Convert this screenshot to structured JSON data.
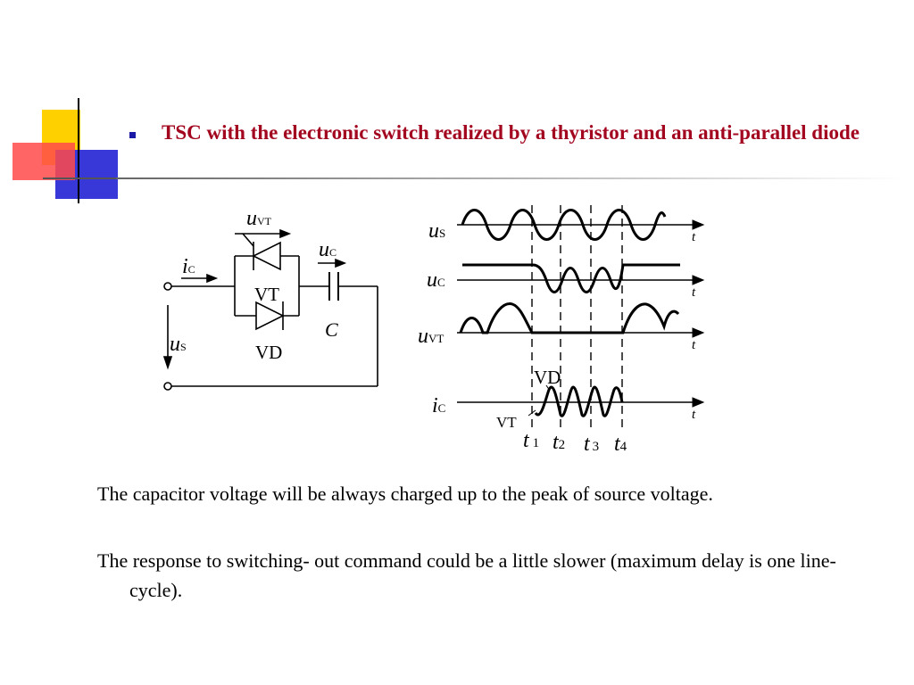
{
  "heading": "TSC with the electronic switch realized by a thyristor and an anti-parallel diode",
  "paragraphs": [
    "The capacitor voltage will be always charged up to the peak of source voltage.",
    "The response to switching- out command could be a little slower (maximum delay is one line-cycle)."
  ],
  "circuit": {
    "u_vt_symbol": "u",
    "u_vt_sub": "VT",
    "u_c_symbol": "u",
    "u_c_sub": "C",
    "i_c_symbol": "i",
    "i_c_sub": "C",
    "u_s_symbol": "u",
    "u_s_sub": "S",
    "thyristor_label": "VT",
    "diode_label": "VD",
    "capacitor_label": "C"
  },
  "waveforms": {
    "rows": [
      {
        "symbol": "u",
        "sub": "S"
      },
      {
        "symbol": "u",
        "sub": "C"
      },
      {
        "symbol": "u",
        "sub": "VT"
      },
      {
        "symbol": "i",
        "sub": "C"
      }
    ],
    "time_axis_label": "t",
    "markers": [
      {
        "symbol": "t",
        "sub": "1"
      },
      {
        "symbol": "t",
        "sub": "2"
      },
      {
        "symbol": "t",
        "sub": "3"
      },
      {
        "symbol": "t",
        "sub": "4"
      }
    ],
    "vd_label": "VD",
    "vt_label": "VT"
  }
}
